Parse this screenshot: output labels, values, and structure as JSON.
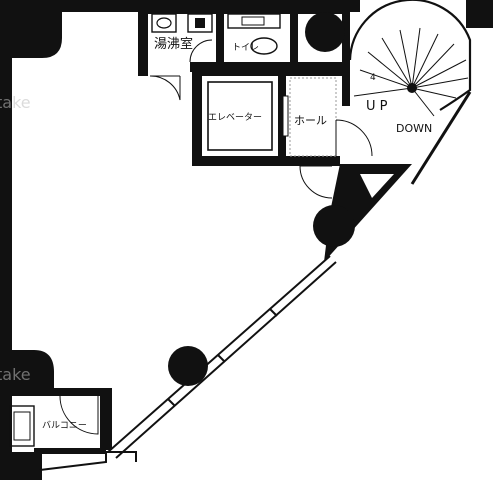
{
  "rooms": {
    "kitchenette": "湯沸室",
    "toilet": "トイレ",
    "elevator": "エレベーター",
    "hall": "ホール",
    "balcony": "バルコニー"
  },
  "stairs": {
    "up": "U P",
    "down": "DOWN",
    "step_mark": "4"
  },
  "watermark": {
    "top": "take",
    "bottom": "take"
  }
}
